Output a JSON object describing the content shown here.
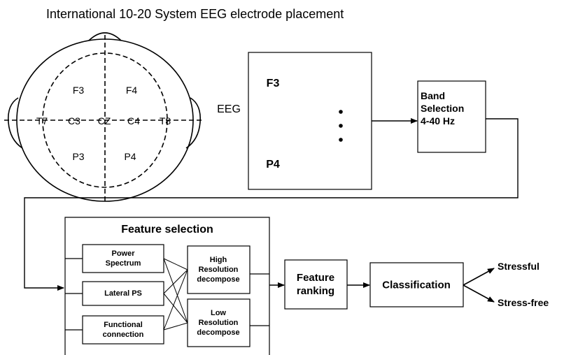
{
  "title": "International 10-20 System EEG electrode placement",
  "head": {
    "electrodes": [
      "F3",
      "F4",
      "T7",
      "C3",
      "CZ",
      "C4",
      "T8",
      "P3",
      "P4"
    ]
  },
  "eeg_label": "EEG",
  "signal_box": {
    "top_channel": "F3",
    "bottom_channel": "P4"
  },
  "band_box": {
    "line1": "Band",
    "line2": "Selection",
    "line3": "4-40 Hz"
  },
  "feature_selection": {
    "title": "Feature selection",
    "methods": [
      {
        "line1": "Power",
        "line2": "Spectrum"
      },
      {
        "line1": "Lateral PS"
      },
      {
        "line1": "Functional",
        "line2": "connection"
      }
    ],
    "decompositions": [
      {
        "line1": "High",
        "line2": "Resolution",
        "line3": "decompose"
      },
      {
        "line1": "Low",
        "line2": "Resolution",
        "line3": "decompose"
      }
    ]
  },
  "feature_ranking": {
    "line1": "Feature",
    "line2": "ranking"
  },
  "classification": "Classification",
  "outputs": {
    "top": "Stressful",
    "bottom": "Stress-free"
  },
  "colors": {
    "line": "#000000",
    "background": "#ffffff"
  }
}
